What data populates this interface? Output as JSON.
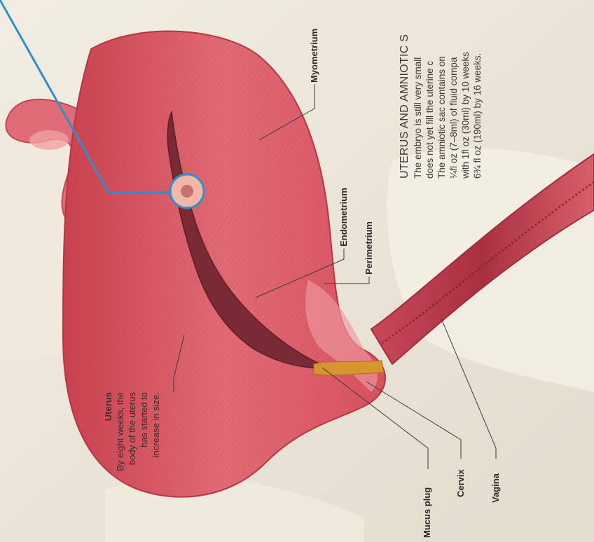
{
  "labels": {
    "myometrium": "Myometrium",
    "endometrium": "Endometrium",
    "perimetrium": "Perimetrium",
    "mucus_plug": "Mucus plug",
    "cervix": "Cervix",
    "vagina": "Vagina"
  },
  "uterus_note": {
    "heading": "Uterus",
    "lines": [
      "By eight weeks, the",
      "body of the uterus",
      "has started to",
      "increase in size."
    ]
  },
  "sidebar": {
    "heading": "UTERUS AND AMNIOTIC S",
    "lines": [
      "The embryo is still very small",
      "does not yet fill the uterine c",
      "The amniotic sac contains on",
      "¼fl oz (7–8ml) of fluid compa",
      "with 1fl oz (30ml) by 10 weeks",
      "6¾ fl oz (190ml) by 16 weeks."
    ]
  },
  "colors": {
    "background": "#e9e3d6",
    "tissue": "#d95a68",
    "tissue_light": "#ec8e95",
    "cavity": "#7a2a34",
    "pointer_blue": "#2f8fc9",
    "mucus": "#d6952f",
    "leader": "#3a3a3a"
  }
}
